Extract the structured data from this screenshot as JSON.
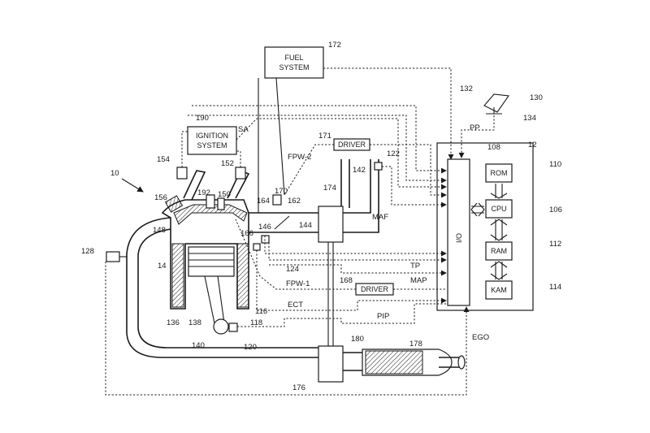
{
  "blocks": {
    "fuel_system": [
      "FUEL",
      "SYSTEM"
    ],
    "ignition_system": [
      "IGNITION",
      "SYSTEM"
    ],
    "driver_top": "DRIVER",
    "driver_bottom": "DRIVER",
    "io": "I/O",
    "rom": "ROM",
    "cpu": "CPU",
    "ram": "RAM",
    "kam": "KAM"
  },
  "signals": {
    "sa": "SA",
    "fpw2": "FPW-2",
    "fpw1": "FPW-1",
    "maf": "MAF",
    "tp": "TP",
    "map": "MAP",
    "ect": "ECT",
    "pip": "PIP",
    "ego": "EGO",
    "pp": "PP"
  },
  "refs": {
    "r10": "10",
    "r12": "12",
    "r14": "14",
    "r106": "106",
    "r108": "108",
    "r110": "110",
    "r112": "112",
    "r114": "114",
    "r116": "116",
    "r118": "118",
    "r120": "120",
    "r122": "122",
    "r124": "124",
    "r128": "128",
    "r130": "130",
    "r132": "132",
    "r134": "134",
    "r136": "136",
    "r138": "138",
    "r140": "140",
    "r142": "142",
    "r144": "144",
    "r146": "146",
    "r148": "148",
    "r150": "150",
    "r152": "152",
    "r154": "154",
    "r156": "156",
    "r162": "162",
    "r164": "164",
    "r166": "166",
    "r168": "168",
    "r170": "170",
    "r171": "171",
    "r172": "172",
    "r174": "174",
    "r176": "176",
    "r178": "178",
    "r180": "180",
    "r190": "190",
    "r192": "192"
  }
}
